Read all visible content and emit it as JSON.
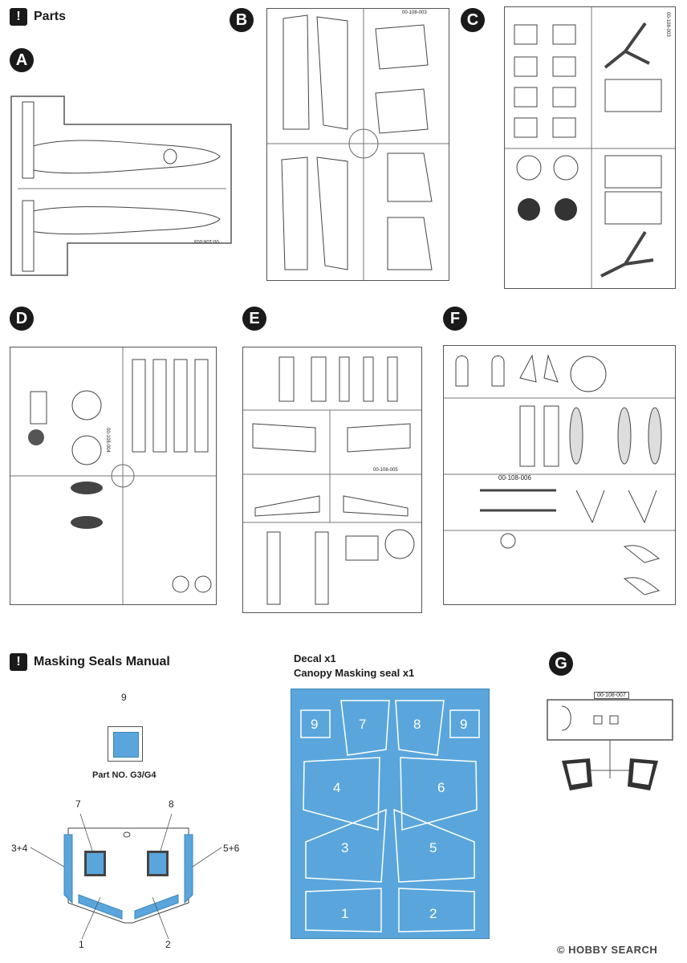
{
  "parts_header": {
    "icon": "!",
    "title": "Parts"
  },
  "sprues": {
    "A": {
      "letter": "A",
      "code": "00-108-003"
    },
    "B": {
      "letter": "B",
      "code": "00-108-003"
    },
    "C": {
      "letter": "C",
      "code": "00-108-003"
    },
    "D": {
      "letter": "D",
      "code": "00-108-004"
    },
    "E": {
      "letter": "E",
      "code": "00-108-005"
    },
    "F": {
      "letter": "F",
      "code": "00-108-006"
    },
    "G": {
      "letter": "G",
      "code": "00-108-007"
    }
  },
  "masking_header": {
    "icon": "!",
    "title": "Masking Seals Manual"
  },
  "decal_info": {
    "line1": "Decal x1",
    "line2": "Canopy Masking seal x1"
  },
  "part_g34": {
    "number": "9",
    "label": "Part NO. G3/G4"
  },
  "canopy_callouts": [
    "7",
    "8",
    "3+4",
    "5+6",
    "1",
    "2"
  ],
  "mask_sheet_numbers": [
    "9",
    "7",
    "8",
    "9",
    "4",
    "6",
    "3",
    "5",
    "1",
    "2"
  ],
  "watermark": {
    "brand": "HOBBY SEARCH",
    "symbol": "©"
  },
  "colors": {
    "mask_blue": "#5aa6dc",
    "ink": "#1a1a1a"
  }
}
